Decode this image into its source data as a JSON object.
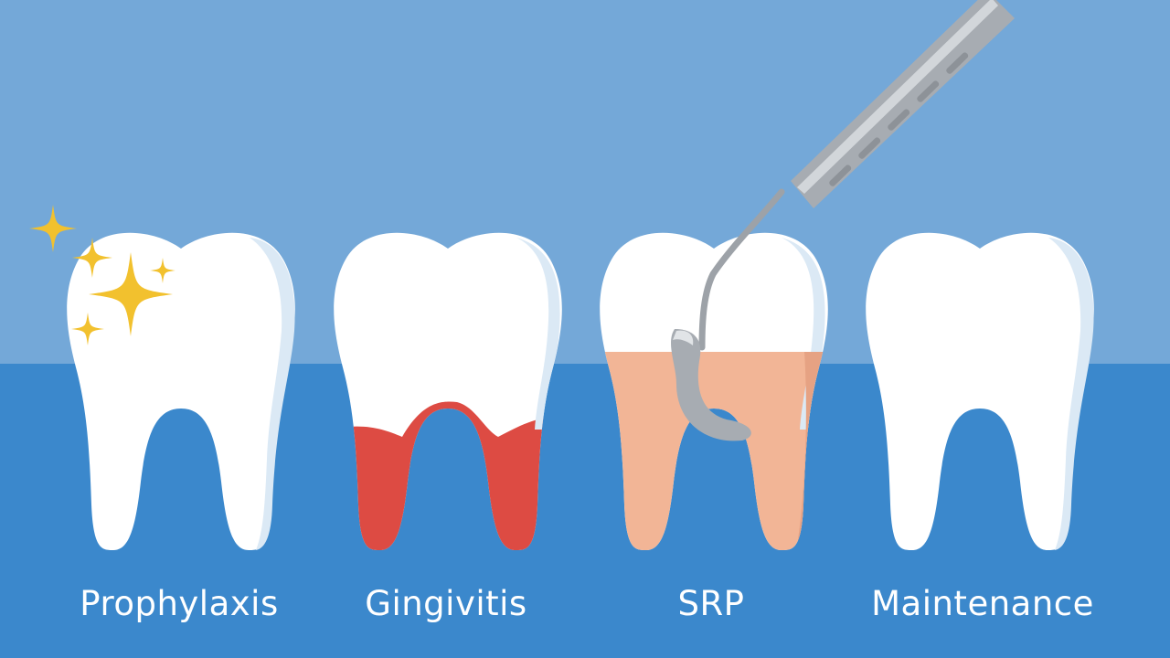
{
  "colors": {
    "sky": "#74a8d8",
    "gum_band": "#3b88cc",
    "tooth": "#ffffff",
    "tooth_shade": "#dbe9f5",
    "inflamed_gum": "#dd4b43",
    "root_pink": "#f2b596",
    "sparkle": "#f2c12e",
    "instrument": "#a7acb2",
    "label_text": "#ffffff"
  },
  "stages": [
    {
      "label": "Prophylaxis",
      "illustration": "clean-sparkling-tooth"
    },
    {
      "label": "Gingivitis",
      "illustration": "tooth-with-inflamed-gums"
    },
    {
      "label": "SRP",
      "illustration": "tooth-with-scaler"
    },
    {
      "label": "Maintenance",
      "illustration": "healthy-tooth"
    }
  ]
}
